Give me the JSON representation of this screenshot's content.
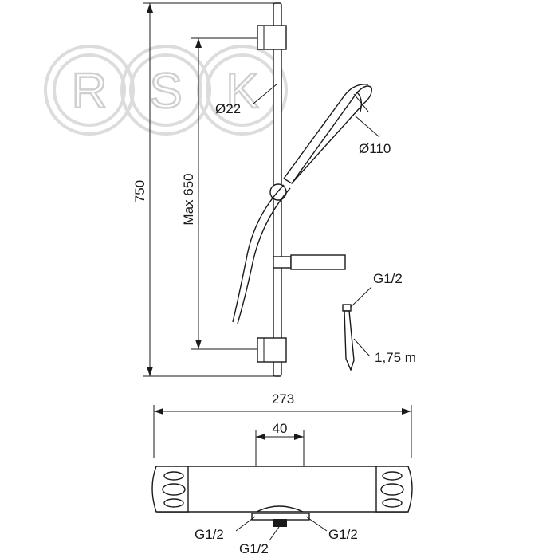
{
  "watermark": {
    "letters": [
      "R",
      "S",
      "K"
    ]
  },
  "dimensions": {
    "total_height": "750",
    "max_adjust": "Max 650",
    "rail_diameter": "Ø22",
    "head_diameter": "Ø110",
    "hose_connection": "G1/2",
    "hose_length": "1,75 m",
    "mixer_width": "273",
    "outlet_spacing": "40",
    "inlet_left": "G1/2",
    "inlet_right": "G1/2",
    "outlet_bottom": "G1/2"
  }
}
